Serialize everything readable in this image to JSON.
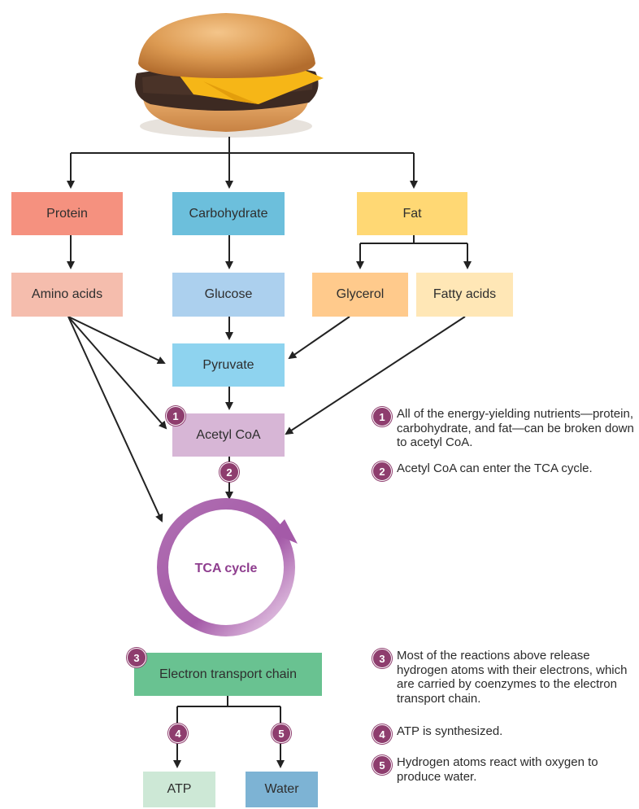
{
  "food_image": "cheeseburger",
  "colors": {
    "arrow": "#222222",
    "badge": "#8e3d6e",
    "cycle": "#a45aa8",
    "protein": "#f5917f",
    "amino_acids": "#f5bdad",
    "carbohydrate": "#6cbfdc",
    "glucose": "#acd0ee",
    "pyruvate": "#8ed3ef",
    "fat": "#ffd874",
    "glycerol": "#ffca8c",
    "fatty_acids": "#ffe7b6",
    "acetyl_coa": "#d7b6d6",
    "etc": "#69c291",
    "atp": "#cde8d6",
    "water": "#7db3d4"
  },
  "nodes": {
    "protein": "Protein",
    "carbohydrate": "Carbohydrate",
    "fat": "Fat",
    "amino_acids": "Amino acids",
    "glucose": "Glucose",
    "glycerol": "Glycerol",
    "fatty_acids": "Fatty acids",
    "pyruvate": "Pyruvate",
    "acetyl_coa": "Acetyl CoA",
    "tca_cycle": "TCA cycle",
    "electron_transport_chain": "Electron transport chain",
    "atp": "ATP",
    "water": "Water"
  },
  "badges": [
    "1",
    "2",
    "3",
    "4",
    "5"
  ],
  "notes": [
    {
      "number": "1",
      "text": "All of the energy-yielding nutrients—protein, carbohydrate, and fat—can be broken down to acetyl CoA."
    },
    {
      "number": "2",
      "text": "Acetyl CoA can enter the TCA cycle."
    },
    {
      "number": "3",
      "text": "Most of the reactions above release hydrogen atoms with their electrons, which are carried by coenzymes to the electron transport chain."
    },
    {
      "number": "4",
      "text": "ATP is synthesized."
    },
    {
      "number": "5",
      "text": "Hydrogen atoms react with oxygen to produce water."
    }
  ]
}
